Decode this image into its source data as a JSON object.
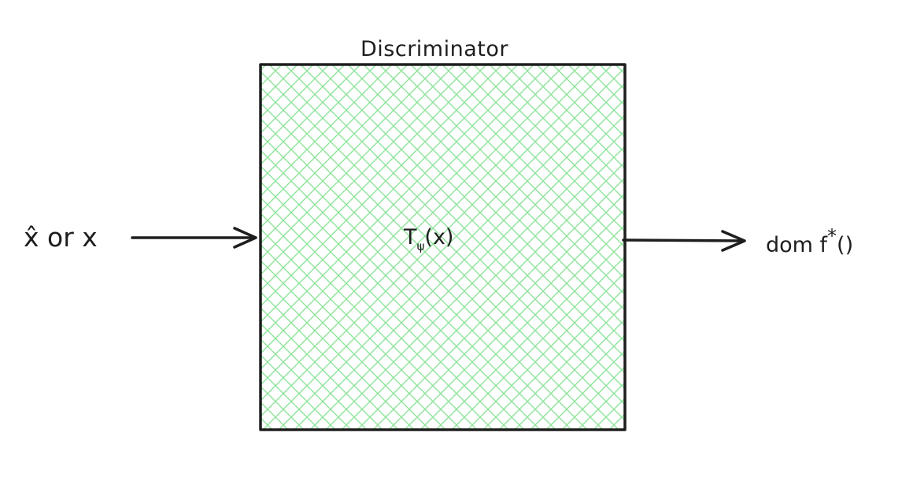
{
  "diagram": {
    "box": {
      "title": "Discriminator",
      "fill_color": "#b2f2bb",
      "stroke_color": "#1e1e1e"
    },
    "input": {
      "text": "x̂ or x"
    },
    "function": {
      "base": "T",
      "subscript": "ψ",
      "argument": "(x)"
    },
    "output": {
      "base": "dom f",
      "superscript": "*",
      "suffix": "()"
    }
  }
}
